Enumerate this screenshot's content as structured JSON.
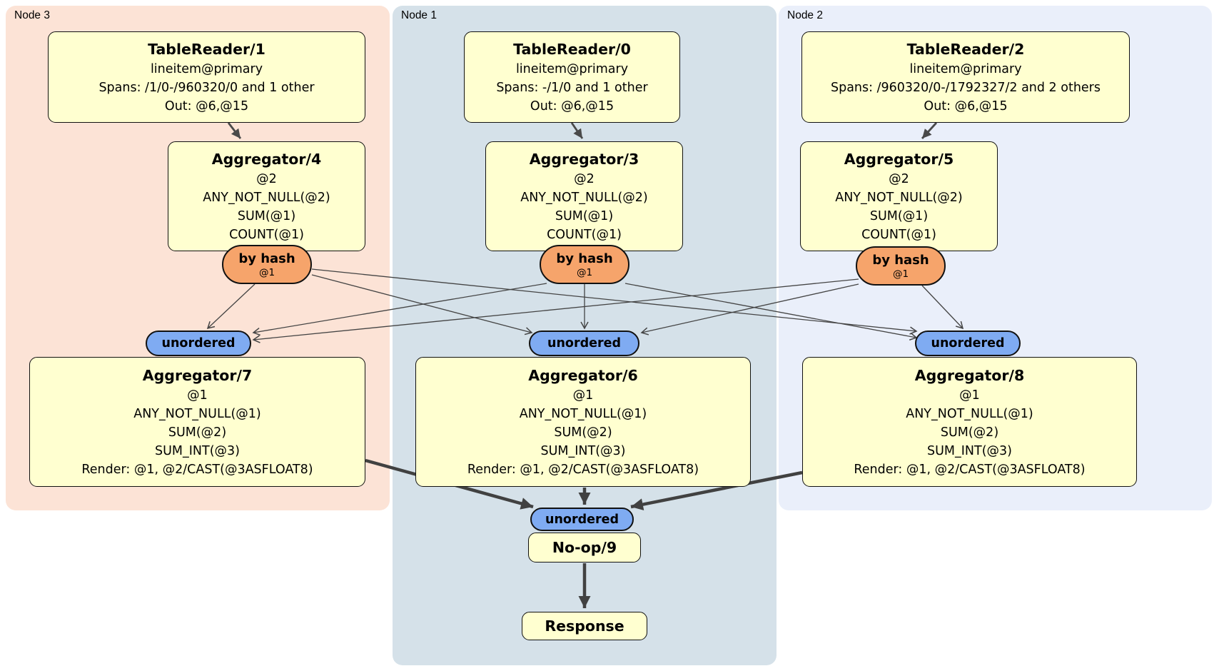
{
  "colors": {
    "panel_node3": "#fce3d6",
    "panel_node1": "#d5e1e9",
    "panel_node2": "#eaeffa",
    "box_fill": "#ffffd0",
    "router_fill": "#f6a46b",
    "sync_fill": "#7fabf2",
    "edge_thin": "#444444",
    "edge_med": "#4a4a4a",
    "edge_thick": "#414141"
  },
  "panels": {
    "node3": {
      "label": "Node 3"
    },
    "node1": {
      "label": "Node 1"
    },
    "node2": {
      "label": "Node 2"
    }
  },
  "boxes": {
    "tablereader1": {
      "title": "TableReader/1",
      "lines": [
        "lineitem@primary",
        "Spans: /1/0-/960320/0 and 1 other",
        "Out: @6,@15"
      ]
    },
    "aggregator4": {
      "title": "Aggregator/4",
      "lines": [
        "@2",
        "ANY_NOT_NULL(@2)",
        "SUM(@1)",
        "COUNT(@1)"
      ]
    },
    "aggregator7": {
      "title": "Aggregator/7",
      "lines": [
        "@1",
        "ANY_NOT_NULL(@1)",
        "SUM(@2)",
        "SUM_INT(@3)",
        "Render: @1, @2/CAST(@3ASFLOAT8)"
      ]
    },
    "tablereader0": {
      "title": "TableReader/0",
      "lines": [
        "lineitem@primary",
        "Spans: -/1/0 and 1 other",
        "Out: @6,@15"
      ]
    },
    "aggregator3": {
      "title": "Aggregator/3",
      "lines": [
        "@2",
        "ANY_NOT_NULL(@2)",
        "SUM(@1)",
        "COUNT(@1)"
      ]
    },
    "aggregator6": {
      "title": "Aggregator/6",
      "lines": [
        "@1",
        "ANY_NOT_NULL(@1)",
        "SUM(@2)",
        "SUM_INT(@3)",
        "Render: @1, @2/CAST(@3ASFLOAT8)"
      ]
    },
    "noop9": {
      "title": "No-op/9"
    },
    "response": {
      "title": "Response"
    },
    "tablereader2": {
      "title": "TableReader/2",
      "lines": [
        "lineitem@primary",
        "Spans: /960320/0-/1792327/2 and 2 others",
        "Out: @6,@15"
      ]
    },
    "aggregator5": {
      "title": "Aggregator/5",
      "lines": [
        "@2",
        "ANY_NOT_NULL(@2)",
        "SUM(@1)",
        "COUNT(@1)"
      ]
    },
    "aggregator8": {
      "title": "Aggregator/8",
      "lines": [
        "@1",
        "ANY_NOT_NULL(@1)",
        "SUM(@2)",
        "SUM_INT(@3)",
        "Render: @1, @2/CAST(@3ASFLOAT8)"
      ]
    }
  },
  "routers": {
    "hash_node3": {
      "label": "by hash",
      "detail": "@1"
    },
    "hash_node1": {
      "label": "by hash",
      "detail": "@1"
    },
    "hash_node2": {
      "label": "by hash",
      "detail": "@1"
    },
    "sync_node3": {
      "label": "unordered"
    },
    "sync_node1": {
      "label": "unordered"
    },
    "sync_node2": {
      "label": "unordered"
    },
    "sync_final": {
      "label": "unordered"
    }
  }
}
